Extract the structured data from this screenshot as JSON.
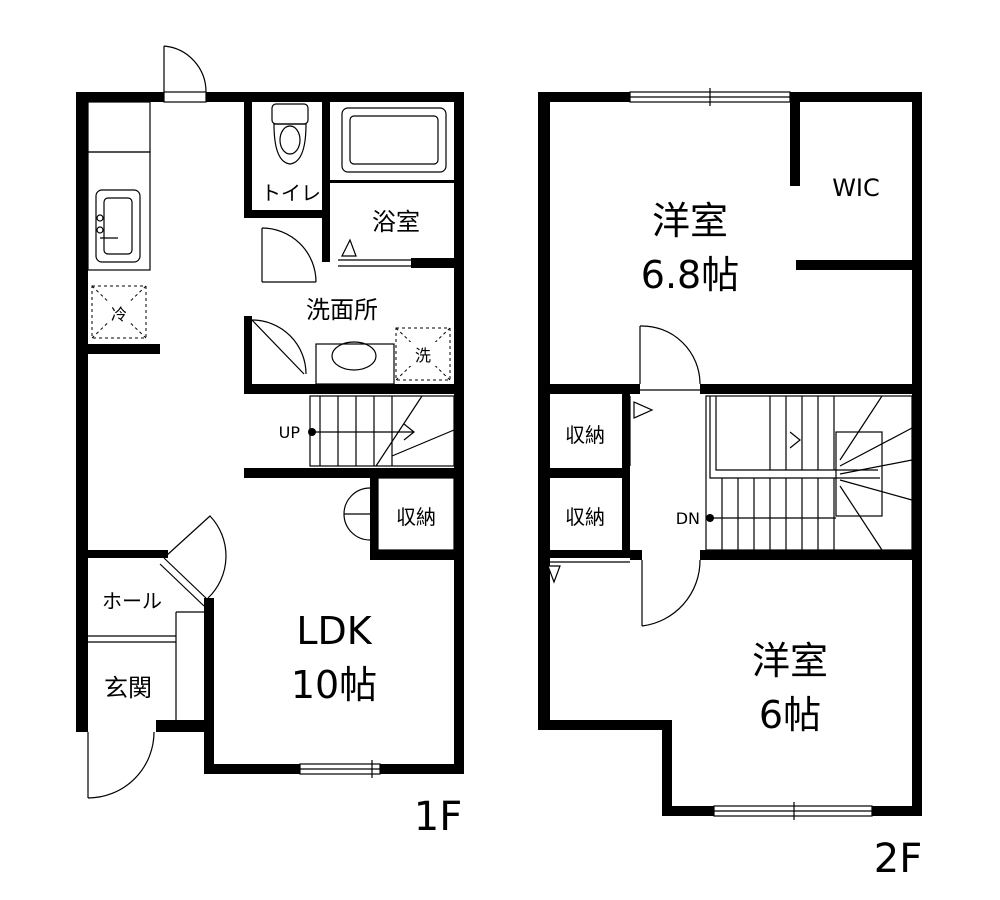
{
  "floor1": {
    "floor_label": "1F",
    "rooms": {
      "toilet": "トイレ",
      "bath": "浴室",
      "washroom": "洗面所",
      "storage": "収納",
      "hall": "ホール",
      "entrance": "玄関",
      "ldk_name": "LDK",
      "ldk_size": "10帖"
    },
    "fixtures": {
      "fridge": "冷",
      "washer": "洗"
    },
    "stairs_label": "UP"
  },
  "floor2": {
    "floor_label": "2F",
    "rooms": {
      "bedroom1_name": "洋室",
      "bedroom1_size": "6.8帖",
      "wic": "WIC",
      "storage_upper": "収納",
      "storage_lower": "収納",
      "bedroom2_name": "洋室",
      "bedroom2_size": "6帖"
    },
    "stairs_label": "DN"
  }
}
